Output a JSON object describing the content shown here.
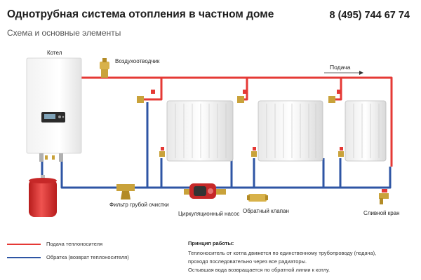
{
  "header": {
    "title": "Однотрубная система отопления в частном доме",
    "subtitle": "Схема и основные элементы",
    "phone": "8 (495) 744 67 74"
  },
  "labels": {
    "boiler": "Котел",
    "air_vent": "Воздухоотводчик",
    "supply_flow": "Подача",
    "filter": "Фильтр грубой очистки",
    "pump": "Циркуляционный насос",
    "check_valve": "Обратный клапан",
    "drain_valve": "Сливной кран"
  },
  "legend": {
    "supply": {
      "label": "Подача теплоносителя",
      "color": "#e53935"
    },
    "return": {
      "label": "Обратка (возврат теплоносителя)",
      "color": "#2e55a4"
    }
  },
  "principle": {
    "title": "Принцип работы:",
    "lines": [
      "Теплоноситель от котла движется по единственному трубопроводу (подача),",
      "проходя последовательно через все радиаторы.",
      "Остывшая вода возвращается по обратной линии к котлу."
    ]
  },
  "colors": {
    "supply_pipe": "#e53935",
    "return_pipe": "#2e55a4",
    "expansion_tank": "#d32f2f",
    "brass": "#c9a23a"
  }
}
